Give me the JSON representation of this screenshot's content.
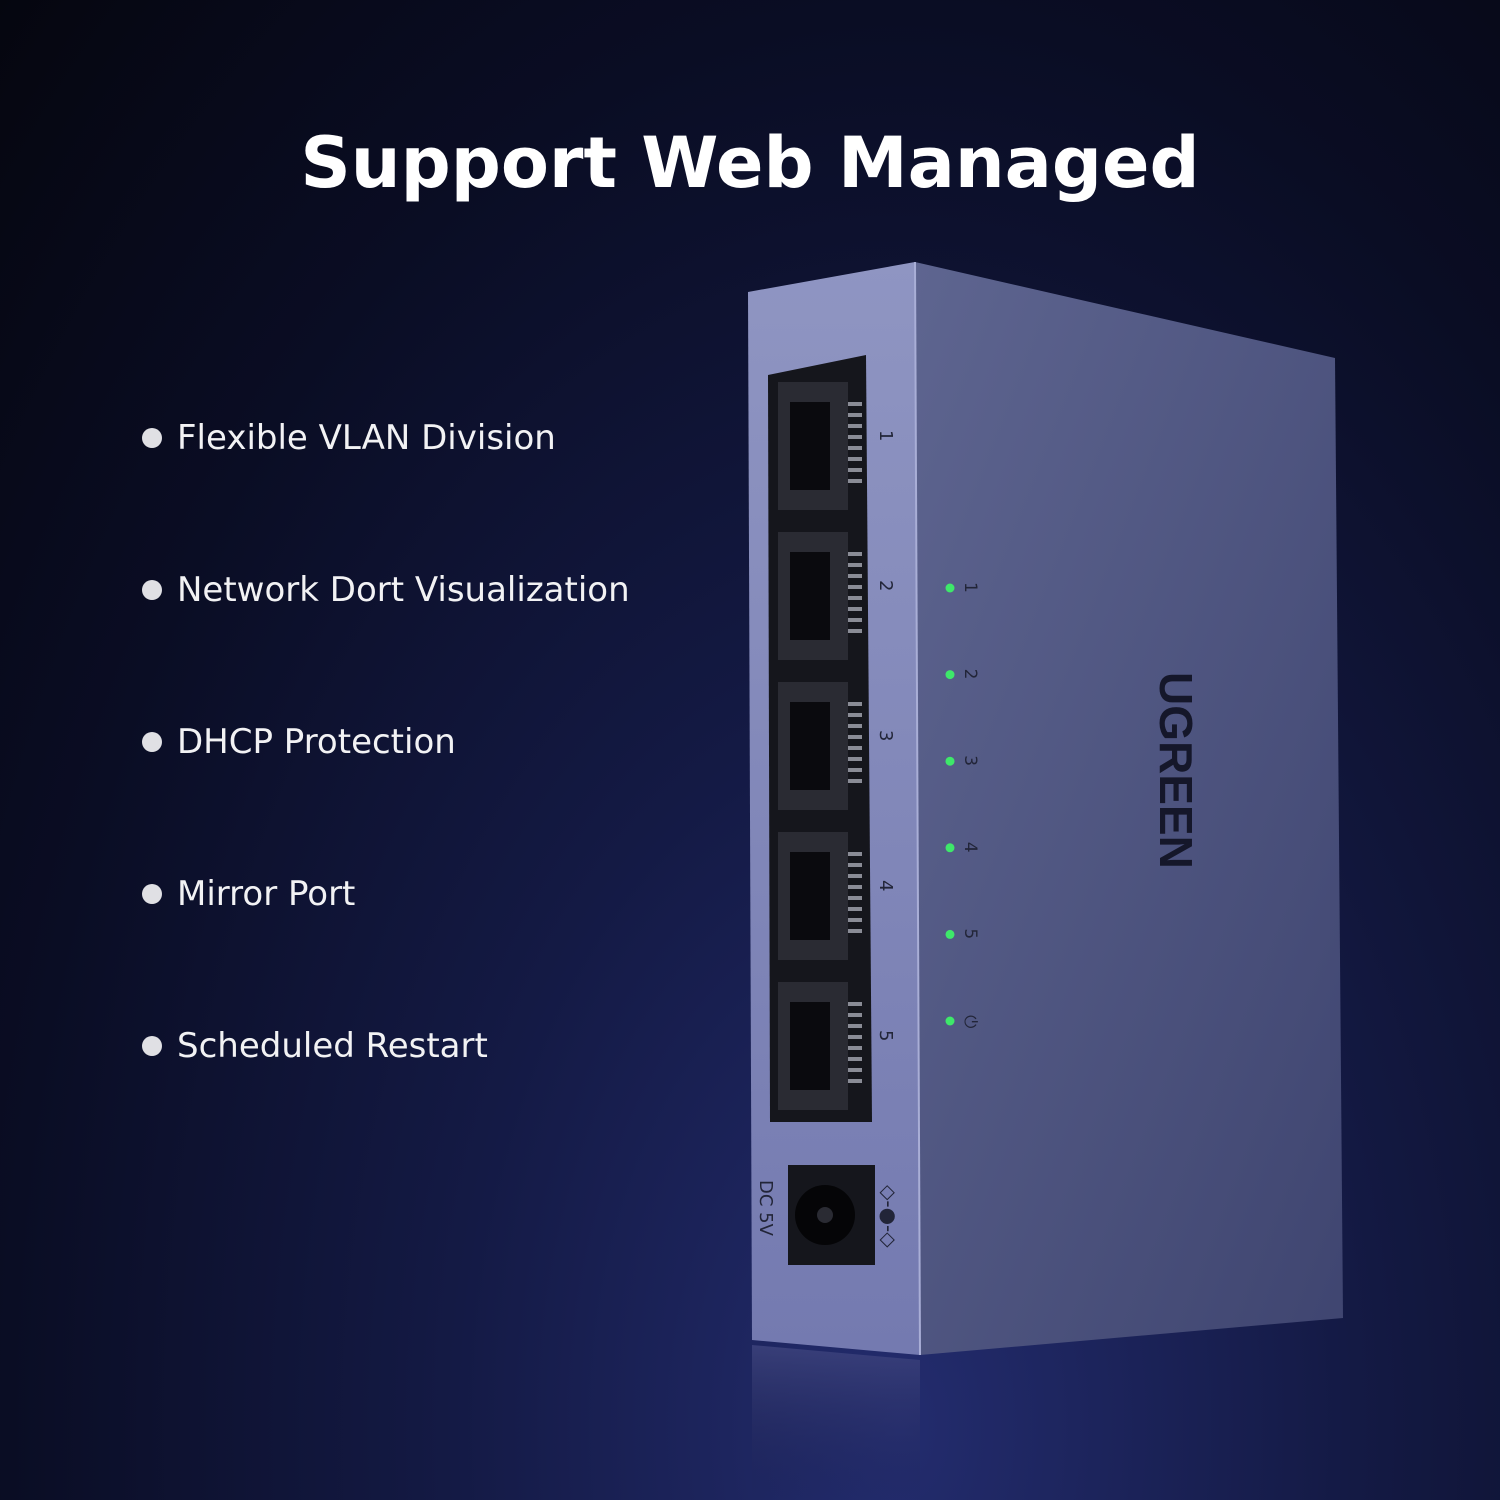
{
  "title": "Support Web Managed",
  "features": [
    "Flexible VLAN Division",
    "Network Dort Visualization",
    "DHCP Protection",
    "Mirror Port",
    "Scheduled Restart"
  ],
  "device": {
    "brand": "UGREEN",
    "port_labels": [
      "1",
      "2",
      "3",
      "4",
      "5"
    ],
    "led_labels": [
      "1",
      "2",
      "3",
      "4",
      "5"
    ],
    "power_label": "DC 5V",
    "led_color": "#3ee86a"
  }
}
